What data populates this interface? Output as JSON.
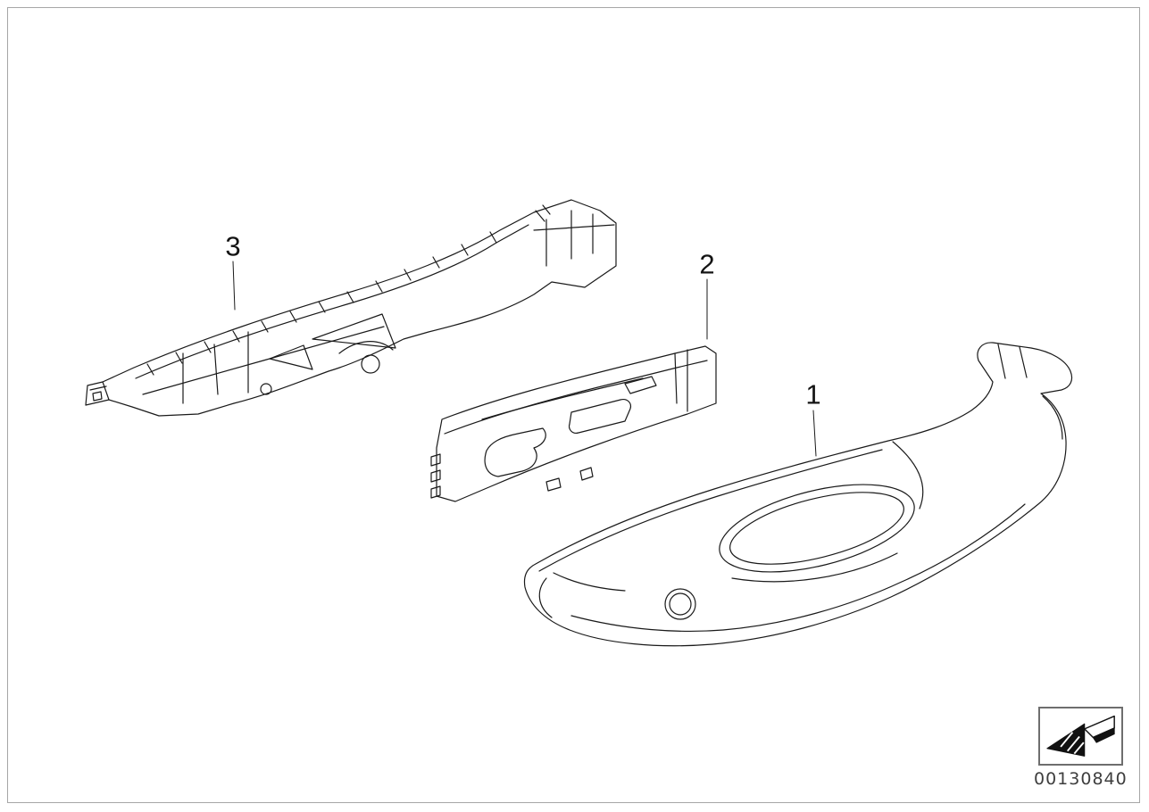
{
  "diagram": {
    "type": "exploded-parts-drawing",
    "colors": {
      "line": "#1a1a1a",
      "frame_border": "#a6a6a6",
      "part_number_text": "#3e3e3e",
      "background": "#ffffff"
    }
  },
  "callouts": [
    {
      "label": "1"
    },
    {
      "label": "2"
    },
    {
      "label": "3"
    }
  ],
  "stamp": {
    "part_number": "00130840",
    "icon": "return-arrow-icon"
  }
}
